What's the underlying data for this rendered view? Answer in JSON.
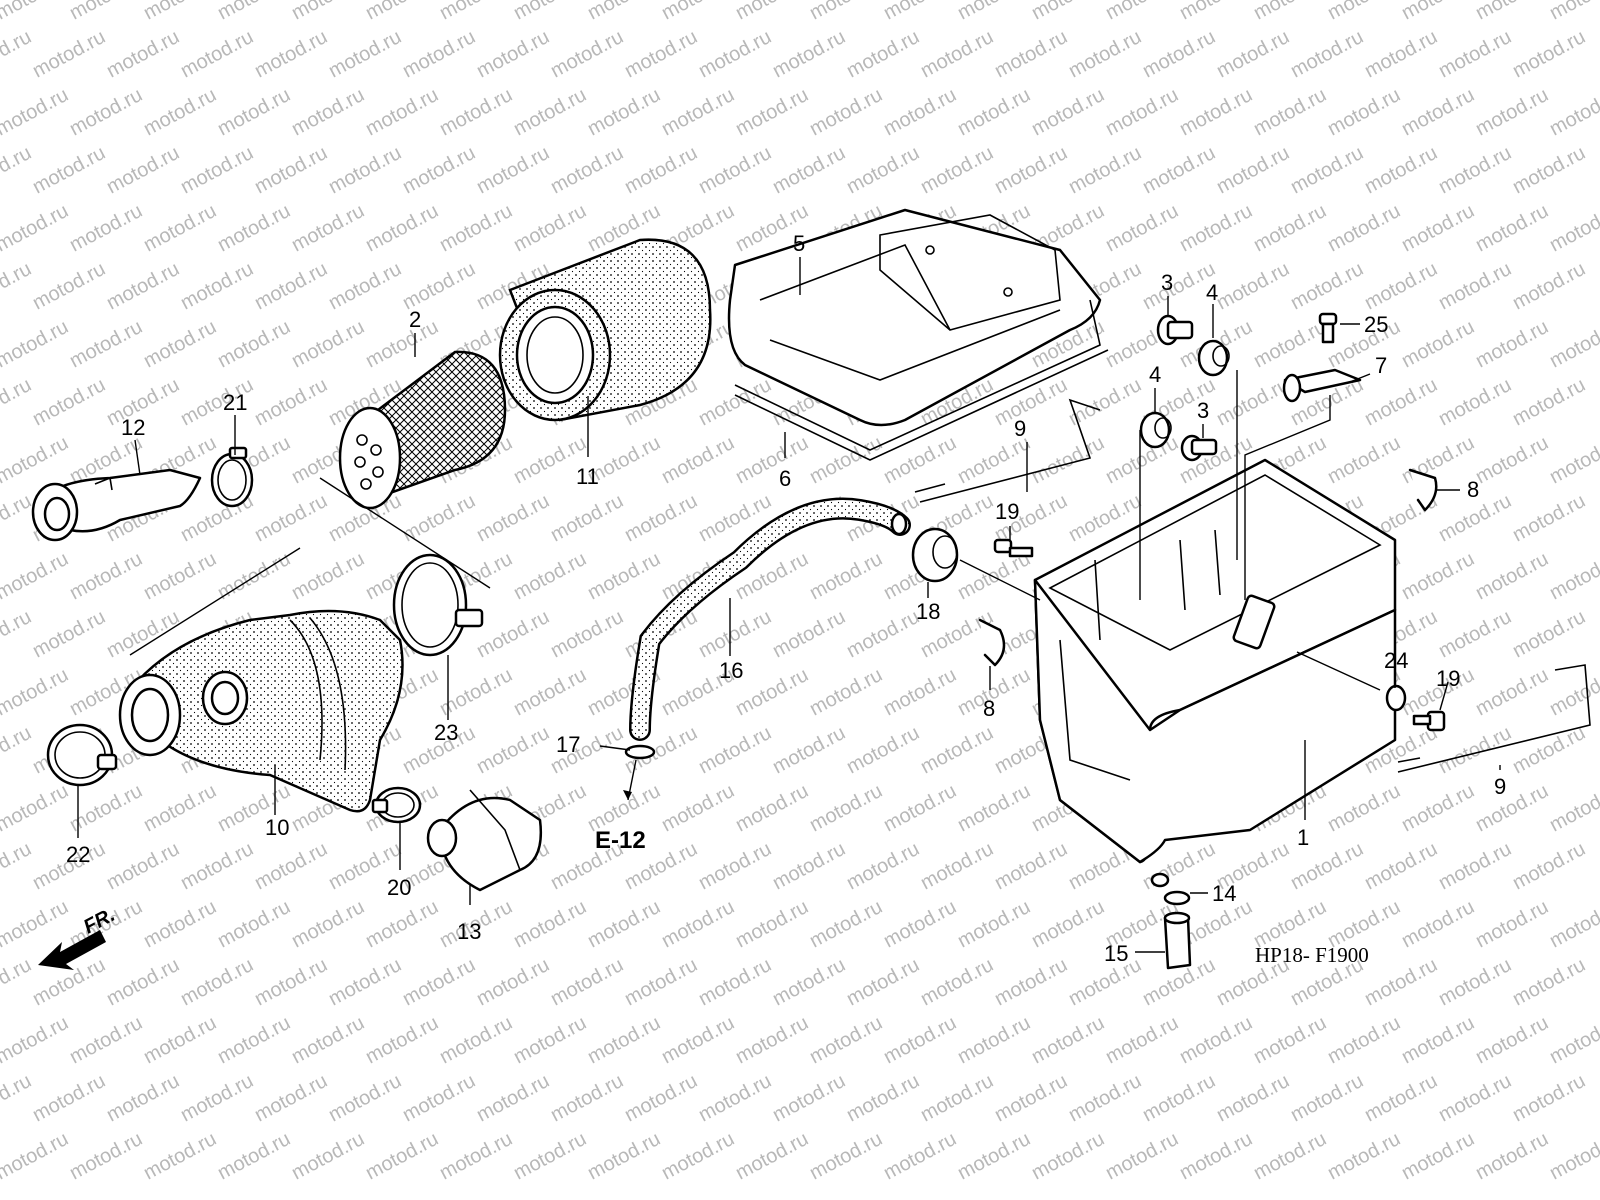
{
  "watermark": "motod.ru",
  "diagram_code": "HP18- F1900",
  "cross_reference": "E-12",
  "front_indicator": "FR.",
  "callouts": [
    "1",
    "2",
    "3",
    "3",
    "4",
    "4",
    "5",
    "6",
    "7",
    "8",
    "8",
    "9",
    "9",
    "10",
    "11",
    "12",
    "13",
    "14",
    "15",
    "16",
    "17",
    "18",
    "19",
    "19",
    "20",
    "21",
    "22",
    "23",
    "24",
    "25"
  ]
}
